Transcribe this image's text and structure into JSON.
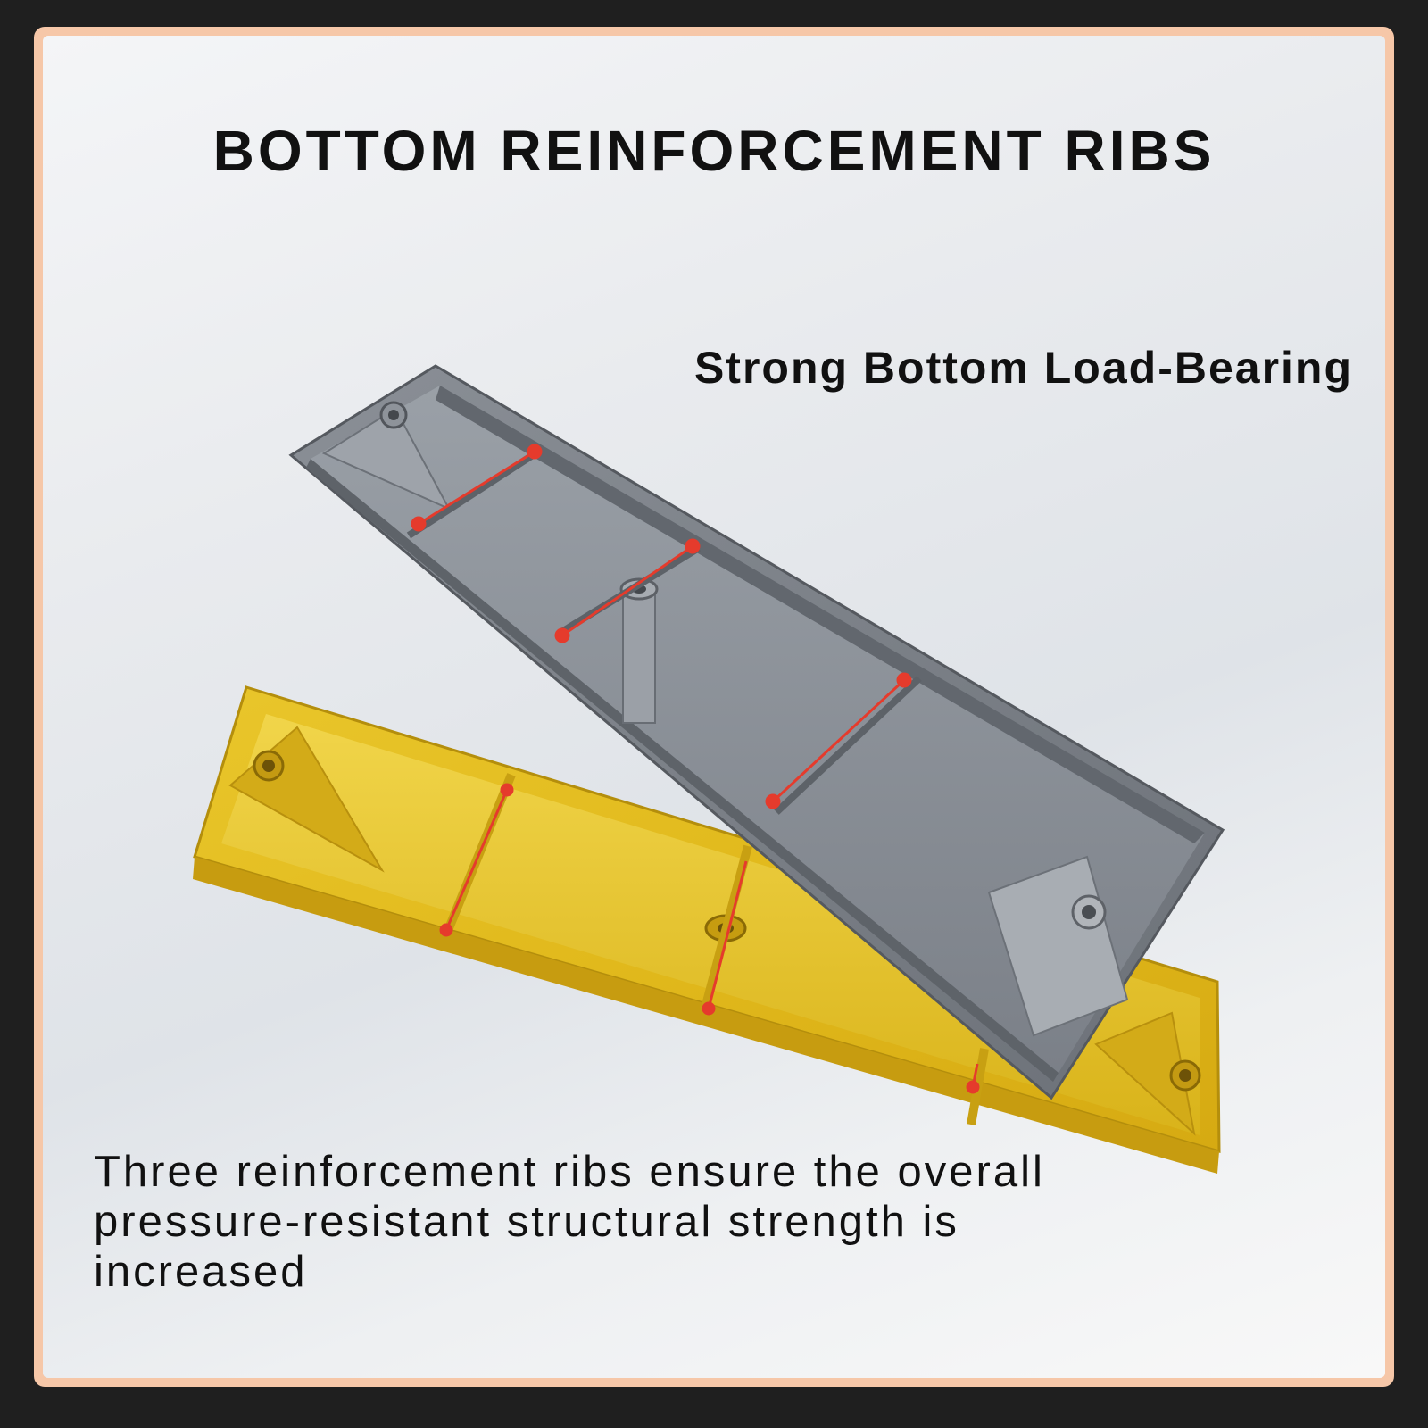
{
  "title": "BOTTOM REINFORCEMENT RIBS",
  "subtitle": "Strong Bottom Load-Bearing",
  "description": "Three reinforcement ribs ensure the overall pressure-resistant structural strength is increased",
  "colors": {
    "frame_border": "#f6c7a8",
    "outer_background": "#1f1f1f",
    "gray_part": "#7a7f86",
    "yellow_part": "#e4bc20",
    "rib_marker": "#e53b2c"
  }
}
